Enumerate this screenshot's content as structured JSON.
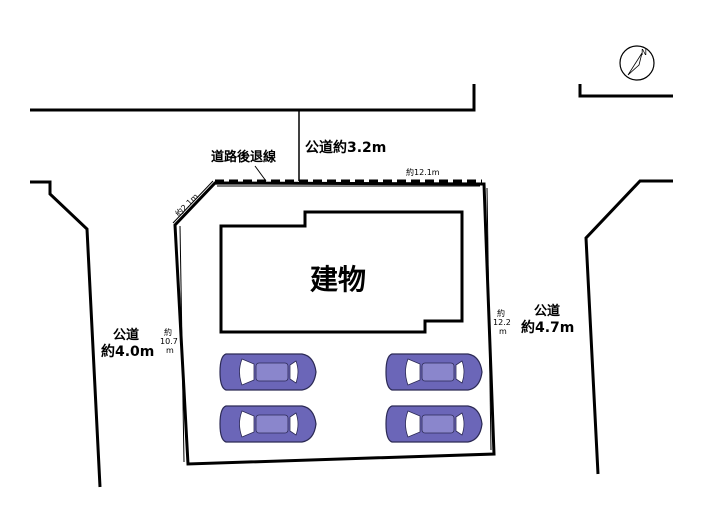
{
  "labels": {
    "public_road_top": "公道約3.2m",
    "setback": "道路後退線",
    "public_road_left_1": "公道",
    "public_road_left_2": "約4.0m",
    "public_road_right_1": "公道",
    "public_road_right_2": "約4.7m",
    "building": "建物"
  },
  "dimensions": {
    "top_edge": "約12.1m",
    "corner_cut": "約2.1m",
    "left_edge_1": "約",
    "left_edge_2": "10.7",
    "left_edge_3": "m",
    "right_edge_1": "約",
    "right_edge_2": "12.2",
    "right_edge_3": "m"
  },
  "compass": {
    "north_label": "N",
    "icon": "north-arrow-icon"
  },
  "parking": {
    "count": 4,
    "car_color": "#6b66b8"
  }
}
